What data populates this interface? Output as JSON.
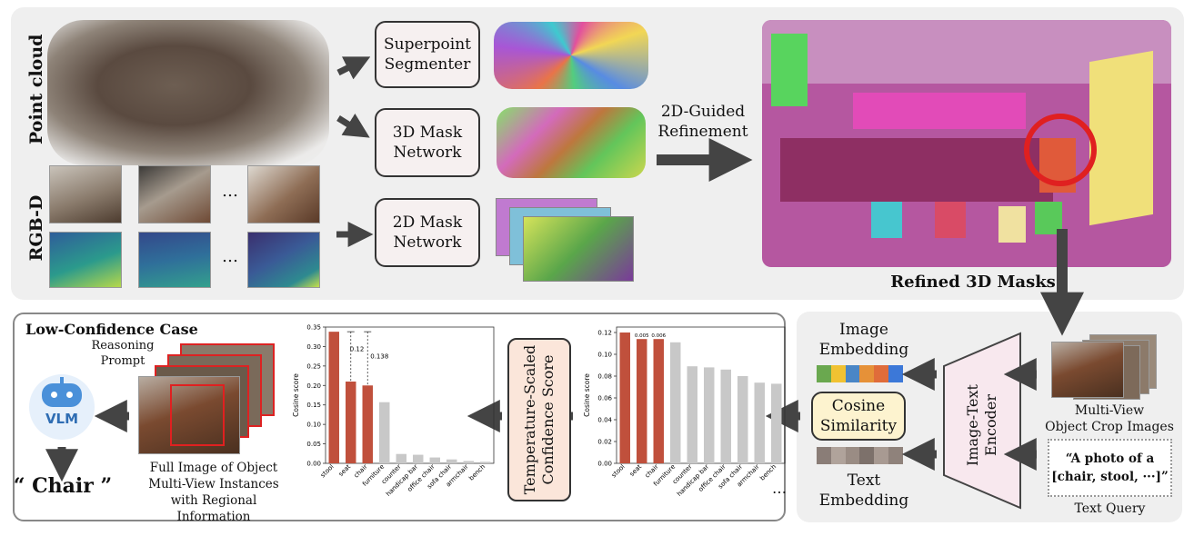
{
  "top_panel": {
    "label_point_cloud": "Point cloud",
    "label_rgbd": "RGB-D",
    "ellipsis_1": "…",
    "ellipsis_2": "…",
    "box_superpoint": "Superpoint\nSegmenter",
    "box_3dmask": "3D Mask\nNetwork",
    "box_2dmask": "2D Mask\nNetwork",
    "refinement_label": "2D-Guided\nRefinement",
    "refined_label": "Refined 3D Masks"
  },
  "right_panel": {
    "image_embedding": "Image\nEmbedding",
    "text_embedding": "Text\nEmbedding",
    "cosine_similarity": "Cosine\nSimilarity",
    "encoder": "Image-Text\nEncoder",
    "multiview_label": "Multi-View\nObject Crop Images",
    "text_query_box": "“A photo of a\n[chair, stool, ···]”",
    "text_query_label": "Text Query",
    "image_embedding_colors": [
      "#6aa84f",
      "#f1c232",
      "#4a86c6",
      "#e69138",
      "#e06c3a",
      "#3c78d8"
    ],
    "text_embedding_colors": [
      "#8a7d77",
      "#b0a39b",
      "#9a8c84",
      "#7d716b",
      "#a89a92",
      "#8f827b"
    ]
  },
  "bottom_panel": {
    "title": "Low-Confidence Case",
    "reasoning_prompt": "Reasoning\nPrompt",
    "vlm_text": "VLM",
    "answer": "“ Chair ”",
    "full_image_caption": "Full Image of Object\nMulti-View Instances\nwith Regional Information",
    "temperature_box": "Temperature-Scaled\nConfidence Score",
    "ellipsis_chart": "…"
  },
  "colors": {
    "panel": "#efefef",
    "bar_highlight": "#c0503c",
    "bar_gray": "#c8c8c8",
    "arrow": "#444444",
    "cosine_fill": "#fdf3cf",
    "temp_fill": "#fbe6da",
    "encoder_fill": "#f8e8ee",
    "vlm_blue": "#4a90d9"
  },
  "chart_data": [
    {
      "type": "bar",
      "categories": [
        "stool",
        "seat",
        "chair",
        "furniture",
        "counter",
        "handicap bar",
        "office chair",
        "sofa chair",
        "armchair",
        "bench"
      ],
      "values": [
        0.338,
        0.21,
        0.2,
        0.157,
        0.024,
        0.022,
        0.015,
        0.01,
        0.006,
        0.004
      ],
      "highlight": [
        true,
        true,
        true,
        false,
        false,
        false,
        false,
        false,
        false,
        false
      ],
      "ylabel": "Cosine score",
      "ylim": [
        0,
        0.35
      ],
      "yticks": [
        "0.00",
        "0.05",
        "0.10",
        "0.15",
        "0.20",
        "0.25",
        "0.30",
        "0.35"
      ],
      "annotations": [
        "0.12",
        "0.138"
      ]
    },
    {
      "type": "bar",
      "categories": [
        "stool",
        "seat",
        "chair",
        "furniture",
        "counter",
        "handicap bar",
        "office chair",
        "sofa chair",
        "armchair",
        "bench"
      ],
      "values": [
        0.12,
        0.114,
        0.114,
        0.111,
        0.089,
        0.088,
        0.086,
        0.08,
        0.074,
        0.073
      ],
      "highlight": [
        true,
        true,
        true,
        false,
        false,
        false,
        false,
        false,
        false,
        false
      ],
      "ylabel": "Cosine score",
      "ylim": [
        0,
        0.125
      ],
      "yticks": [
        "0.00",
        "0.02",
        "0.04",
        "0.06",
        "0.08",
        "0.10",
        "0.12"
      ],
      "annotations": [
        "0.005",
        "0.006"
      ]
    }
  ]
}
